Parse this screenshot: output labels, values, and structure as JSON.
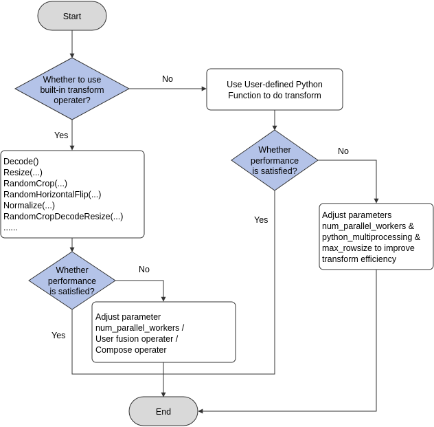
{
  "nodes": {
    "start": "Start",
    "q_builtin": [
      "Whether to use",
      "built-in transform",
      "operater?"
    ],
    "user_defined": [
      "Use User-defined Python",
      "Function to do transform"
    ],
    "builtin_ops": [
      "Decode()",
      "Resize(...)",
      "RandomCrop(...)",
      "RandomHorizontalFlip(...)",
      "Normalize(...)",
      "RandomCropDecodeResize(...)",
      "......"
    ],
    "q_perf_left": [
      "Whether",
      "performance",
      "is satisfied?"
    ],
    "q_perf_right": [
      "Whether",
      "performance",
      "is satisfied?"
    ],
    "adjust_left": [
      "Adjust parameter",
      "num_parallel_workers /",
      "User fusion operater /",
      "Compose operater"
    ],
    "adjust_right": [
      "Adjust parameters",
      "num_parallel_workers &",
      "python_multiprocessing &",
      "max_rowsize to improve",
      "transform efficiency"
    ],
    "end": "End"
  },
  "labels": {
    "no_builtin": "No",
    "yes_builtin": "Yes",
    "no_perf_right": "No",
    "yes_perf_right": "Yes",
    "no_perf_left": "No",
    "yes_perf_left": "Yes"
  },
  "colors": {
    "terminal_fill": "#d9d9d9",
    "decision_fill": "#b4c3e8",
    "line": "#333333"
  }
}
